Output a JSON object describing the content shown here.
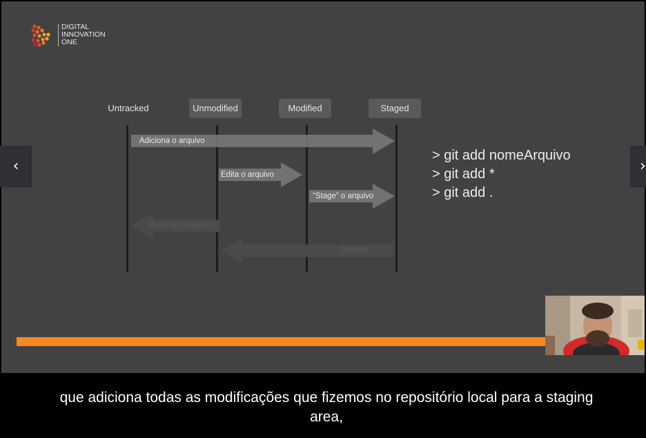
{
  "logo": {
    "line1": "DIGITAL",
    "line2": "INNOVATION",
    "line3": "ONE"
  },
  "states": [
    "Untracked",
    "Unmodified",
    "Modified",
    "Staged"
  ],
  "arrows": {
    "add": "Adiciona o arquivo",
    "edit": "Edita o arquivo",
    "stage": "“Stage” o arquivo",
    "remove": "Remove o arquivo",
    "commit": "Commit"
  },
  "commands": [
    "> git add nomeArquivo",
    "> git add *",
    "> git add ."
  ],
  "progress_fraction": 0.84,
  "nav": {
    "prev": "‹",
    "next": "›"
  },
  "caption": {
    "line1": "que adiciona todas as modificações que fizemos no repositório local para a staging",
    "line2": "area,"
  },
  "colors": {
    "slide_bg": "#424242",
    "progress": "#f7891f",
    "caption_bg": "#000000"
  }
}
